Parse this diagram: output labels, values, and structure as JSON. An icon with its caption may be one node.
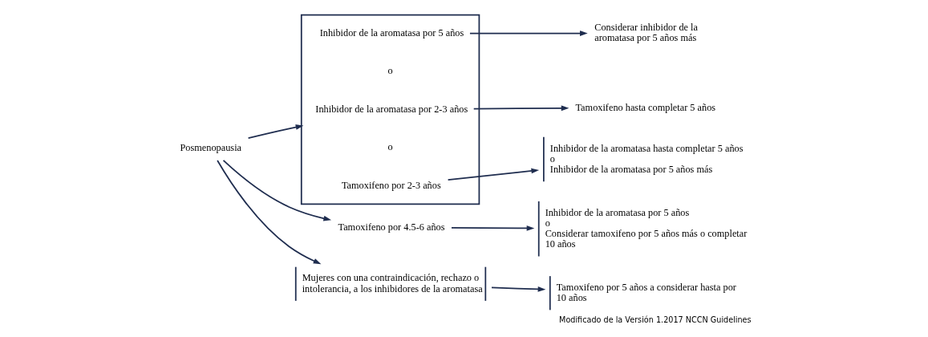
{
  "diagram": {
    "caption": "Modificado de la Versión 1.2017 NCCN Guidelines",
    "nodes": [
      {
        "text": [
          "Posmenopausia"
        ]
      },
      {
        "text": [],
        "shape": "bar"
      },
      {
        "text": [
          "Inhibidor de la aromatasa por 5 años"
        ],
        "in": 1
      },
      {
        "text": [
          "Inhibidor de la aromatasa por 2-3 años"
        ],
        "in": 1
      },
      {
        "text": [
          "Tamoxifeno por 2-3 años"
        ],
        "in": 1
      },
      {
        "text": [
          "Considerar inhibidor de la aromatasa por 5 años más"
        ]
      },
      {
        "text": [
          "Tamoxifeno hasta completar 5 años"
        ]
      },
      {
        "text": [
          "Inhibidor de la aromatasa hasta completar 5 años",
          "o",
          "Inhibidor de la aromatasa por 5 años más"
        ]
      },
      {
        "text": [
          "Tamoxifeno por 4.5-6 años"
        ]
      },
      {
        "text": [
          "Inhibidor de la aromatasa por 5 años",
          "o",
          "Considerar tamoxifeno por 5 años más o completar 10 años"
        ]
      },
      {
        "text": [
          "Mujeres con una contraindicación, rechazo o intolerancia, a los inhibidores de la aromatasa"
        ]
      },
      {
        "text": [
          "Tamoxifeno por 5 años a considerar hasta por 10 años"
        ]
      }
    ],
    "edges": [
      {
        "from": 0,
        "to": 1,
        "arrow": "to"
      },
      {
        "from": 0,
        "to": 8,
        "arrow": "to"
      },
      {
        "from": 0,
        "to": 10,
        "arrow": "to"
      },
      {
        "from": 2,
        "to": 5,
        "arrow": "to"
      },
      {
        "from": 3,
        "to": 6,
        "arrow": "to"
      },
      {
        "from": 4,
        "to": 7,
        "arrow": "to"
      },
      {
        "from": 8,
        "to": 9,
        "arrow": "to"
      },
      {
        "from": 10,
        "to": 11,
        "arrow": "to"
      }
    ],
    "labels": [
      "o",
      "o"
    ]
  }
}
